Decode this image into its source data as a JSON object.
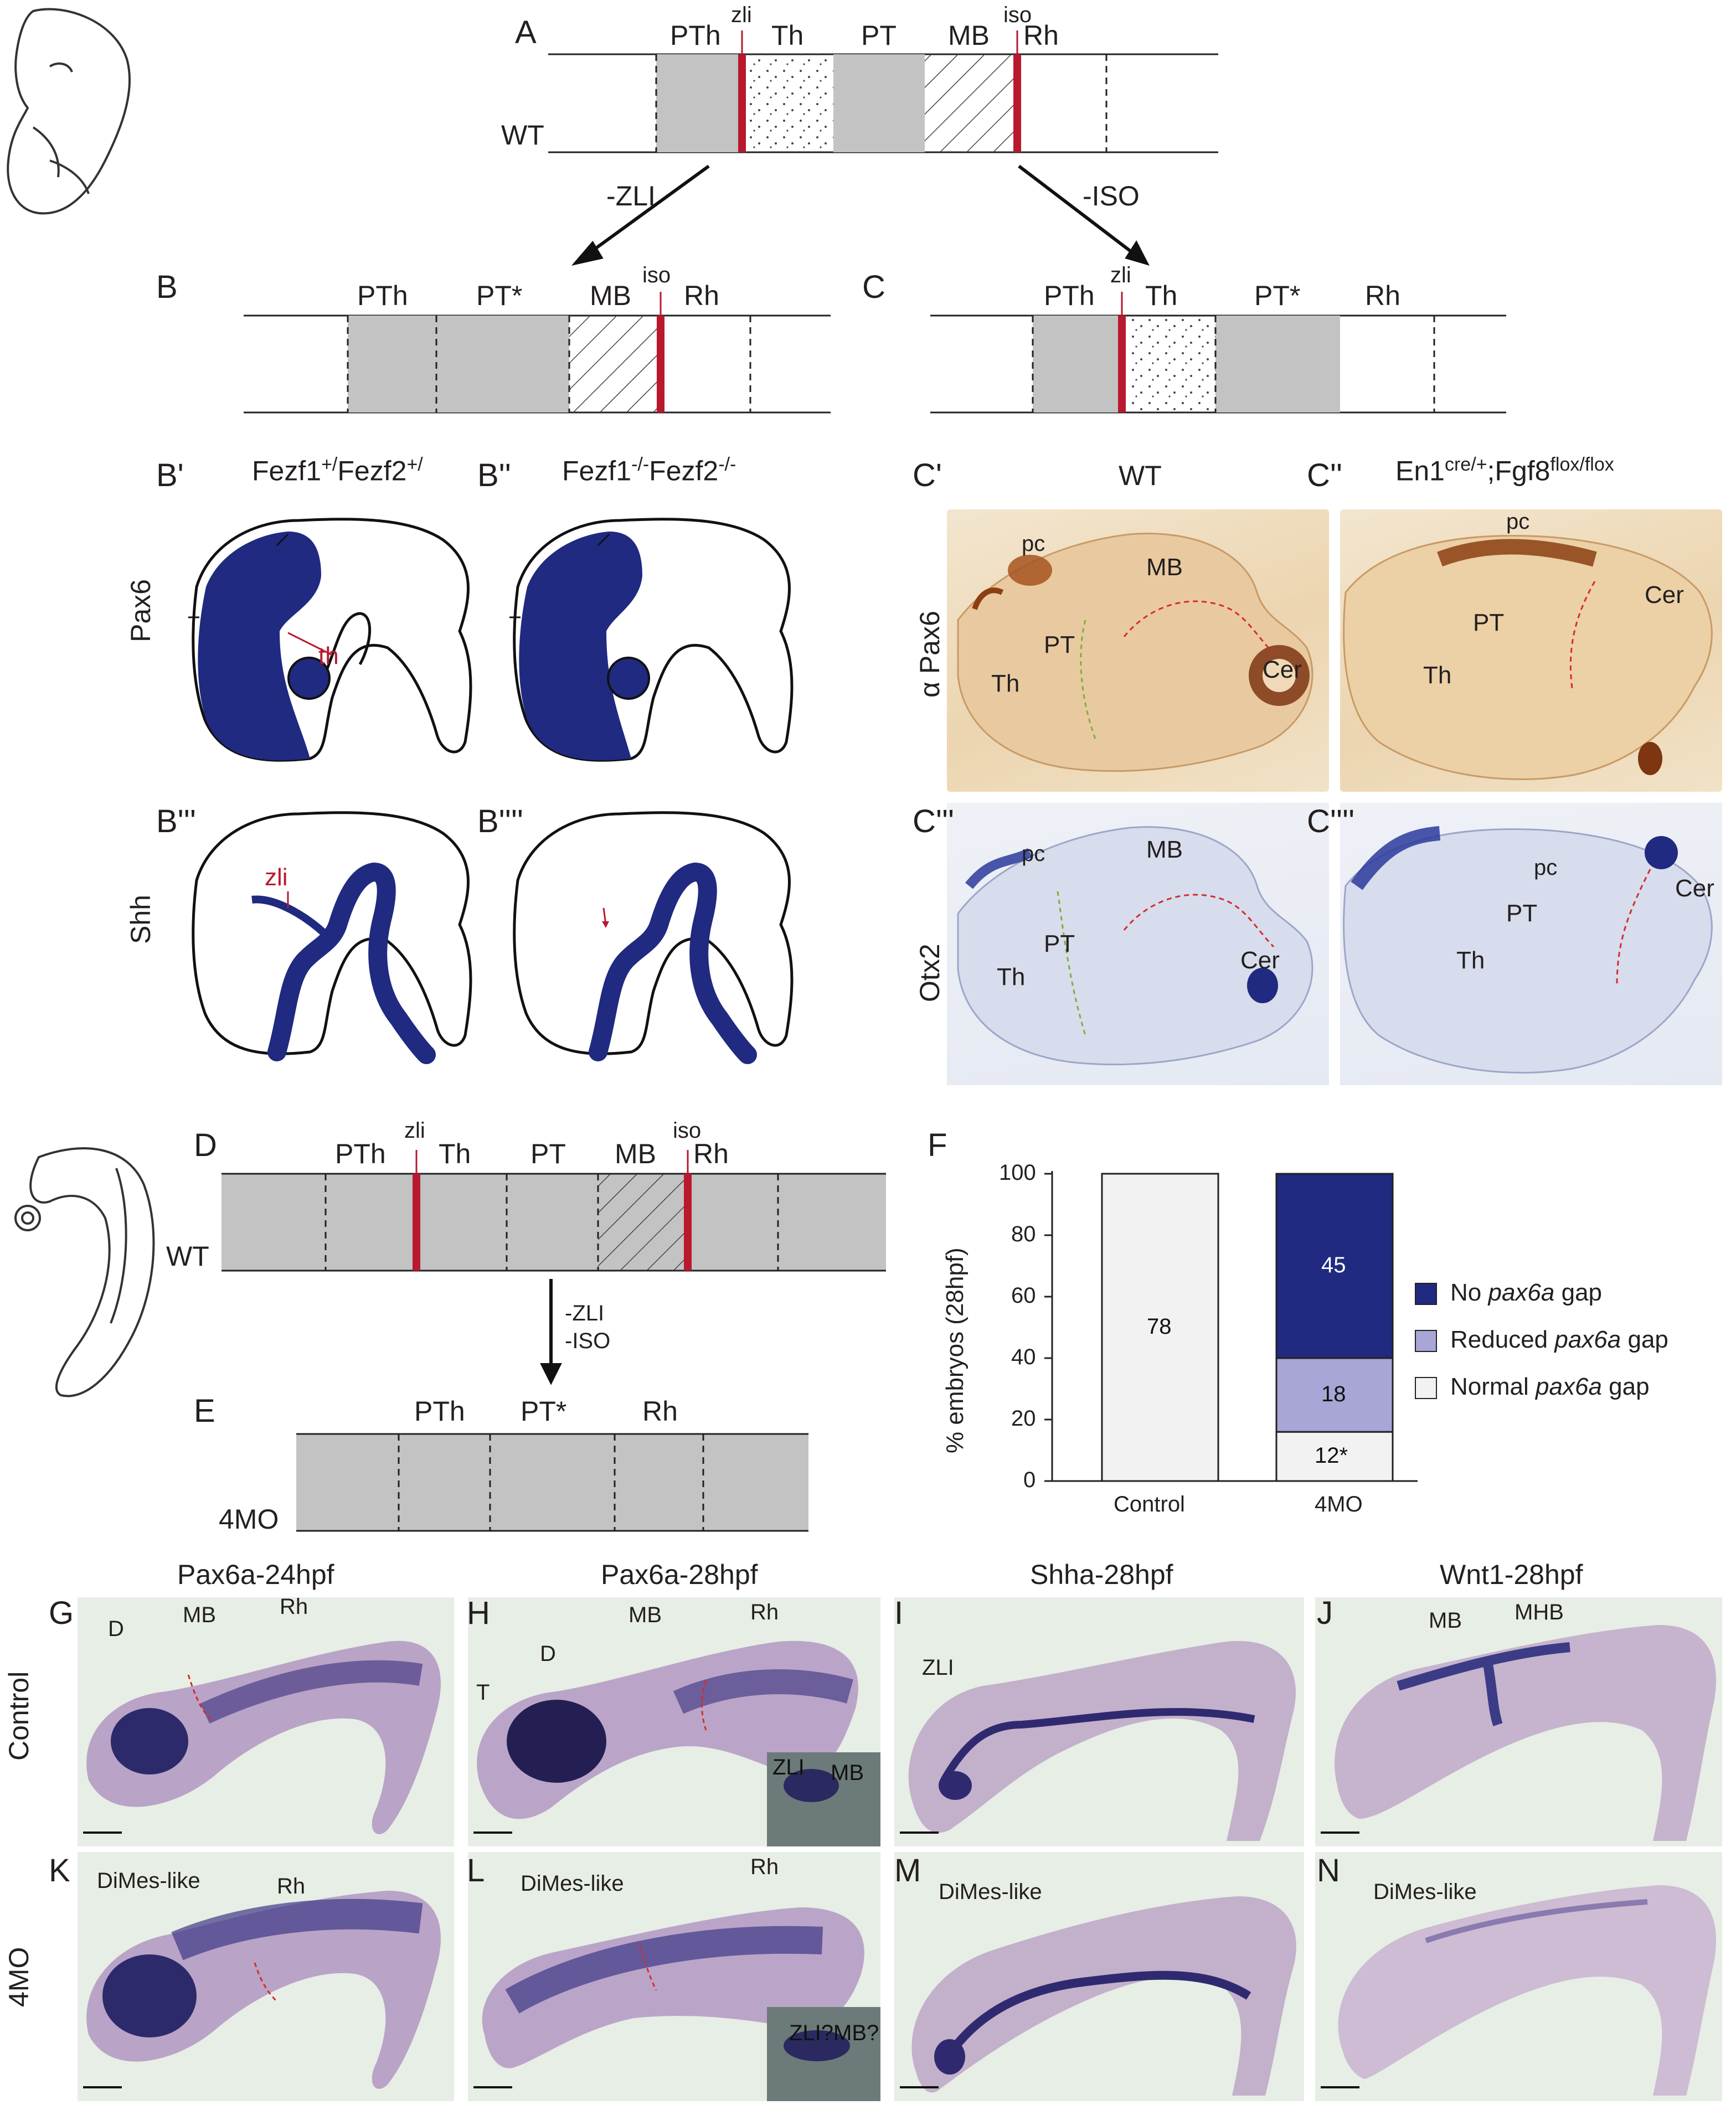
{
  "panel_letters": {
    "A": "A",
    "B": "B",
    "C": "C",
    "Bp": "B'",
    "Bpp": "B''",
    "Bppp": "B'''",
    "Bpppp": "B''''",
    "Cp": "C'",
    "Cpp": "C''",
    "Cppp": "C'''",
    "Cpppp": "C''''",
    "D": "D",
    "E": "E",
    "F": "F",
    "G": "G",
    "H": "H",
    "I": "I",
    "J": "J",
    "K": "K",
    "L": "L",
    "M": "M",
    "N": "N"
  },
  "schema_A": {
    "regions": [
      "PTh",
      "Th",
      "PT",
      "MB",
      "Rh"
    ],
    "zli": "zli",
    "iso": "iso",
    "genotype": "WT"
  },
  "arrows_A": {
    "left": "-ZLI",
    "right": "-ISO"
  },
  "schema_B": {
    "regions": [
      "PTh",
      "PT*",
      "MB",
      "Rh"
    ],
    "iso": "iso"
  },
  "schema_C": {
    "regions": [
      "PTh",
      "Th",
      "PT*",
      "Rh"
    ],
    "zli": "zli"
  },
  "mouse_genotypes": {
    "Bp_main": "Fezf1",
    "Bp_sup1": "+/",
    "Bp_mid": "Fezf2",
    "Bp_sup2": "+/",
    "Bpp_main": "Fezf1",
    "Bpp_sup1": "-/-",
    "Bpp_mid": "Fezf2",
    "Bpp_sup2": "-/-",
    "Cpp_a": "En1",
    "Cpp_sup1": "cre/+",
    "Cpp_b": ";Fgf8",
    "Cpp_sup2": "flox/flox",
    "Cp": "WT"
  },
  "row_labels": {
    "pax6": "Pax6",
    "shh": "Shh",
    "apax6": "α Pax6",
    "otx2": "Otx2",
    "control": "Control",
    "mo": "4MO"
  },
  "cartoon_labels": {
    "th": "th",
    "zli": "zli"
  },
  "section_labels": {
    "pc": "pc",
    "MB": "MB",
    "PT": "PT",
    "Th": "Th",
    "Cer": "Cer"
  },
  "schema_D": {
    "regions": [
      "PTh",
      "Th",
      "PT",
      "MB",
      "Rh"
    ],
    "zli": "zli",
    "iso": "iso",
    "genotype": "WT"
  },
  "arrow_D": {
    "line1": "-ZLI",
    "line2": "-ISO"
  },
  "schema_E": {
    "regions": [
      "PTh",
      "PT*",
      "Rh"
    ],
    "genotype": "4MO"
  },
  "chart_data": {
    "type": "bar",
    "stacked": true,
    "categories": [
      "Control",
      "4MO"
    ],
    "ylabel": "% embryos (28hpf)",
    "ylim": [
      0,
      100
    ],
    "yticks": [
      0,
      20,
      40,
      60,
      80,
      100
    ],
    "series": [
      {
        "name": "Normal pax6a gap",
        "color": "#f2f2f2",
        "values": [
          100,
          16
        ],
        "counts": [
          "78",
          "12*"
        ]
      },
      {
        "name": "Reduced pax6a gap",
        "color": "#a7a6d6",
        "values": [
          0,
          24
        ],
        "counts": [
          "",
          "18"
        ]
      },
      {
        "name": "No pax6a gap",
        "color": "#1f2a80",
        "values": [
          0,
          60
        ],
        "counts": [
          "",
          "45"
        ]
      }
    ],
    "legend": [
      {
        "pre": "No ",
        "gene": "pax6a",
        "post": " gap",
        "color": "#1f2a80"
      },
      {
        "pre": "Reduced ",
        "gene": "pax6a",
        "post": " gap",
        "color": "#a7a6d6"
      },
      {
        "pre": "Normal ",
        "gene": "pax6a",
        "post": " gap",
        "color": "#f2f2f2"
      }
    ],
    "legend_position": "right"
  },
  "column_titles": {
    "G": "Pax6a-24hpf",
    "H": "Pax6a-28hpf",
    "I": "Shha-28hpf",
    "J": "Wnt1-28hpf"
  },
  "embryo_labels": {
    "G_D": "D",
    "G_MB": "MB",
    "G_Rh": "Rh",
    "H_D": "D",
    "H_MB": "MB",
    "H_Rh": "Rh",
    "H_T": "T",
    "H_ZLI": "ZLI",
    "H_MB2": "MB",
    "I_ZLI": "ZLI",
    "J_MB": "MB",
    "J_MHB": "MHB",
    "K_dm": "DiMes-like",
    "K_Rh": "Rh",
    "L_dm": "DiMes-like",
    "L_Rh": "Rh",
    "L_ZLI": "ZLI?MB?",
    "M_dm": "DiMes-like",
    "N_dm": "DiMes-like"
  },
  "colors": {
    "border_red": "#b8192e",
    "grey": "#c3c3c3",
    "stain_blue": "#1f2a80",
    "brown": "#8b3f12"
  }
}
